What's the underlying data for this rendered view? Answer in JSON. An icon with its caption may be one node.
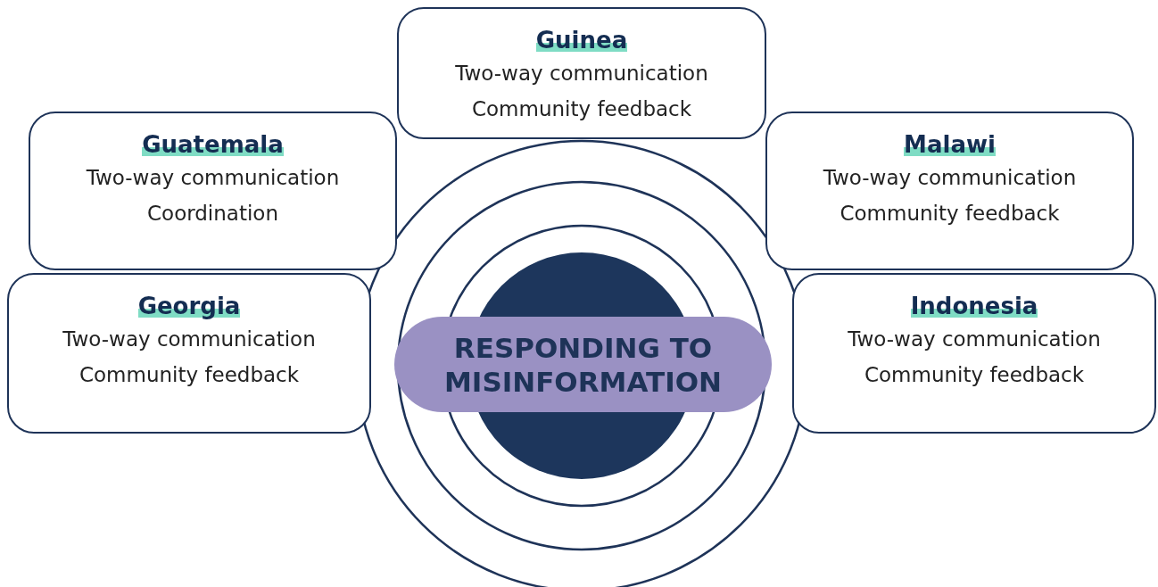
{
  "diagram": {
    "nodes": [
      {
        "text": [
          "Guinea",
          "Two-way communication",
          "Community feedback"
        ]
      },
      {
        "text": [
          "Guatemala",
          "Two-way communication",
          "Coordination"
        ]
      },
      {
        "text": [
          "Malawi",
          "Two-way communication",
          "Community feedback"
        ]
      },
      {
        "text": [
          "Georgia",
          "Two-way communication",
          "Community feedback"
        ]
      },
      {
        "text": [
          "Indonesia",
          "Two-way communication",
          "Community feedback"
        ]
      },
      {
        "text": [
          "RESPONDING TO MISINFORMATION"
        ]
      }
    ],
    "edges": []
  }
}
